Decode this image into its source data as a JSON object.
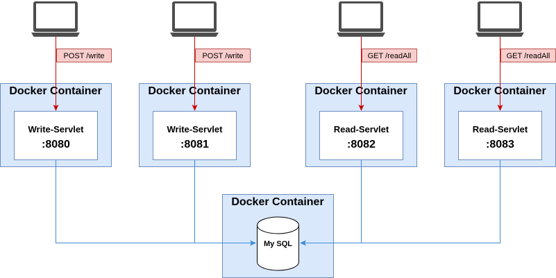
{
  "colors": {
    "container_fill": "#dae8fc",
    "container_stroke": "#6c8ebf",
    "request_arrow": "#cc0000",
    "request_label_fill": "#f8cecc",
    "request_label_stroke": "#b85450",
    "db_link": "#3b8bd8",
    "laptop": "#4d4d4d"
  },
  "clients": [
    {
      "icon": "laptop-icon",
      "request": "POST /write"
    },
    {
      "icon": "laptop-icon",
      "request": "POST /write"
    },
    {
      "icon": "laptop-icon",
      "request": "GET /readAll"
    },
    {
      "icon": "laptop-icon",
      "request": "GET /readAll"
    }
  ],
  "app_containers": [
    {
      "title": "Docker Container",
      "servlet": "Write-Servlet",
      "port": ":8080"
    },
    {
      "title": "Docker Container",
      "servlet": "Write-Servlet",
      "port": ":8081"
    },
    {
      "title": "Docker Container",
      "servlet": "Read-Servlet",
      "port": ":8082"
    },
    {
      "title": "Docker Container",
      "servlet": "Read-Servlet",
      "port": ":8083"
    }
  ],
  "db_container": {
    "title": "Docker Container",
    "database": "My SQL",
    "icon": "database-cylinder-icon"
  }
}
